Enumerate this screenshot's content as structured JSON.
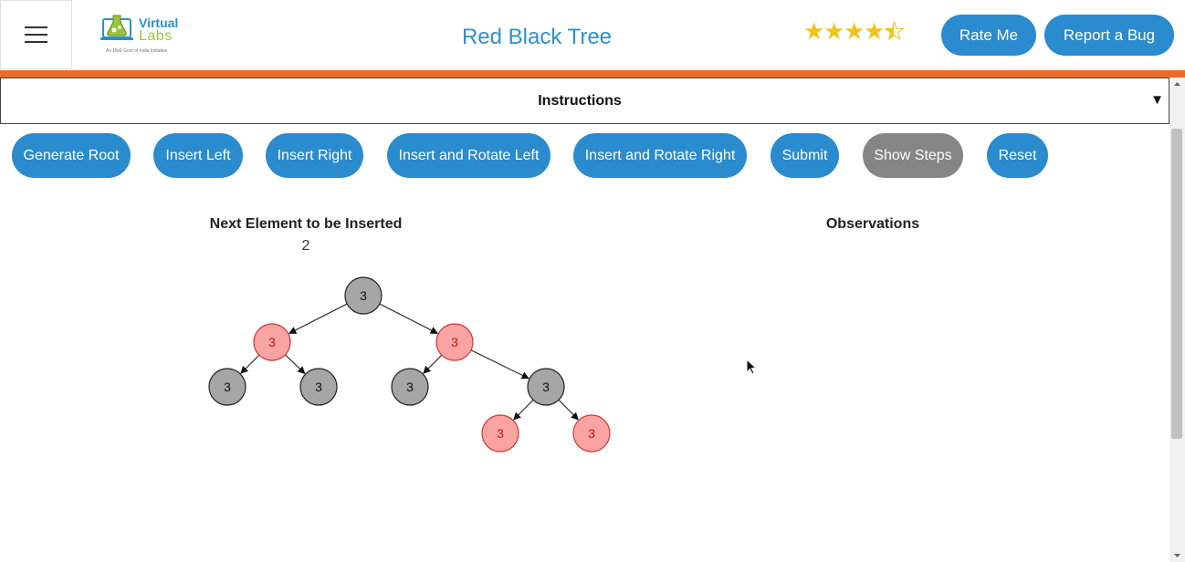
{
  "header": {
    "logo": {
      "word1": "Virtual",
      "word2": "Labs",
      "tagline": "An MoE Govt of India Initiative"
    },
    "title": "Red Black Tree",
    "rating": {
      "value": 4.5,
      "max": 5
    },
    "rate_label": "Rate Me",
    "bug_label": "Report a Bug"
  },
  "colors": {
    "accent": "#2a8bce",
    "orange_bar": "#e96b2c",
    "title": "#2f91cc",
    "red_node": "#f9a3a3",
    "black_node": "#a6a6a6",
    "star": "#f2c318"
  },
  "instructions": {
    "label": "Instructions",
    "caret": "▼"
  },
  "controls": [
    {
      "label": "Generate Root",
      "state": "active"
    },
    {
      "label": "Insert Left",
      "state": "active"
    },
    {
      "label": "Insert Right",
      "state": "active"
    },
    {
      "label": "Insert and Rotate Left",
      "state": "active"
    },
    {
      "label": "Insert and Rotate Right",
      "state": "active"
    },
    {
      "label": "Submit",
      "state": "active"
    },
    {
      "label": "Show Steps",
      "state": "disabled"
    },
    {
      "label": "Reset",
      "state": "active"
    }
  ],
  "next_element": {
    "label": "Next Element to be Inserted",
    "value": "2"
  },
  "observations": {
    "label": "Observations"
  },
  "tree": {
    "nodes": [
      {
        "id": "n0",
        "value": "3",
        "color": "black"
      },
      {
        "id": "n1",
        "value": "3",
        "color": "red"
      },
      {
        "id": "n2",
        "value": "3",
        "color": "red"
      },
      {
        "id": "n3",
        "value": "3",
        "color": "black"
      },
      {
        "id": "n4",
        "value": "3",
        "color": "black"
      },
      {
        "id": "n5",
        "value": "3",
        "color": "black"
      },
      {
        "id": "n6",
        "value": "3",
        "color": "black"
      },
      {
        "id": "n7",
        "value": "3",
        "color": "red"
      },
      {
        "id": "n8",
        "value": "3",
        "color": "red"
      }
    ],
    "edges": [
      [
        "n0",
        "n1"
      ],
      [
        "n0",
        "n2"
      ],
      [
        "n1",
        "n3"
      ],
      [
        "n1",
        "n4"
      ],
      [
        "n2",
        "n5"
      ],
      [
        "n2",
        "n6"
      ],
      [
        "n6",
        "n7"
      ],
      [
        "n6",
        "n8"
      ]
    ]
  }
}
